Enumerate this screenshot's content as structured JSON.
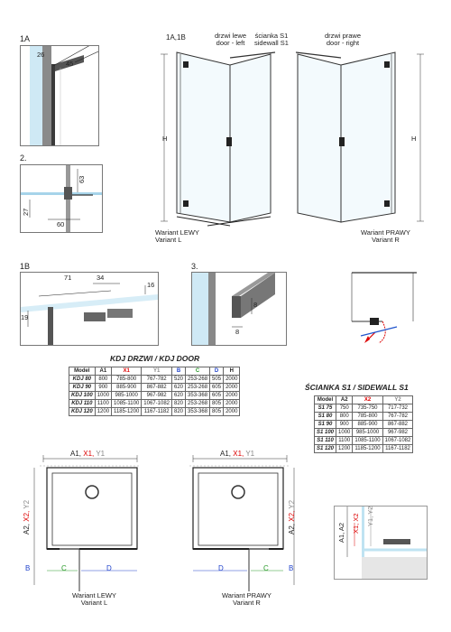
{
  "details": {
    "d1A": {
      "label": "1A",
      "dim_a": "26",
      "dim_b": "45"
    },
    "d2": {
      "label": "2.",
      "dim_a": "63",
      "dim_b": "27",
      "dim_c": "60"
    },
    "d1B": {
      "label": "1B",
      "dim_a": "71",
      "dim_b": "34",
      "dim_c": "16",
      "dim_d": "19"
    },
    "d3": {
      "label": "3.",
      "dim_a": "8",
      "dim_b": "8"
    }
  },
  "elevation": {
    "tag_1a1b": "1A,1B",
    "tag_2": "2.",
    "tag_3": "3.",
    "h_left": "H",
    "h_right": "H",
    "door_left_pl": "drzwi lewe",
    "door_left_en": "door - left",
    "sidewall_pl": "ścianka S1",
    "sidewall_en": "sidewall S1",
    "door_right_pl": "drzwi prawe",
    "door_right_en": "door - right",
    "variant_left_pl": "Wariant LEWY",
    "variant_left_en": "Variant L",
    "variant_right_pl": "Wariant PRAWY",
    "variant_right_en": "Variant R"
  },
  "door_table": {
    "title": "KDJ DRZWI / KDJ DOOR",
    "headers": [
      "Model",
      "A1",
      "X1",
      "Y1",
      "B",
      "C",
      "D",
      "H"
    ],
    "rows": [
      [
        "KDJ 80",
        "800",
        "785-800",
        "767-782",
        "520",
        "253-268",
        "505",
        "2000"
      ],
      [
        "KDJ 90",
        "900",
        "885-900",
        "867-882",
        "620",
        "253-268",
        "605",
        "2000"
      ],
      [
        "KDJ 100",
        "1000",
        "985-1000",
        "967-982",
        "620",
        "353-368",
        "605",
        "2000"
      ],
      [
        "KDJ 110",
        "1100",
        "1085-1100",
        "1067-1082",
        "820",
        "253-268",
        "805",
        "2000"
      ],
      [
        "KDJ 120",
        "1200",
        "1185-1200",
        "1167-1182",
        "820",
        "353-368",
        "805",
        "2000"
      ]
    ]
  },
  "sidewall_table": {
    "title": "ŚCIANKA S1 / SIDEWALL S1",
    "headers": [
      "Model",
      "A2",
      "X2",
      "Y2"
    ],
    "rows": [
      [
        "S1 75",
        "750",
        "735-750",
        "717-732"
      ],
      [
        "S1 80",
        "800",
        "785-800",
        "767-782"
      ],
      [
        "S1 90",
        "900",
        "885-900",
        "867-882"
      ],
      [
        "S1 100",
        "1000",
        "985-1000",
        "967-982"
      ],
      [
        "S1 110",
        "1100",
        "1085-1100",
        "1067-1082"
      ],
      [
        "S1 120",
        "1200",
        "1185-1200",
        "1167-1182"
      ]
    ]
  },
  "plan": {
    "top_a1": "A1,",
    "top_x1": " X1,",
    "top_y1": " Y1",
    "side_a2": "A2,",
    "side_x2": "X2,",
    "side_y2": "Y2",
    "b": "B",
    "c": "C",
    "d": "D",
    "variant_left_pl": "Wariant LEWY",
    "variant_left_en": "Variant L",
    "variant_right_pl": "Wariant PRAWY",
    "variant_right_en": "Variant R"
  },
  "sidewall_detail": {
    "a1a2": "A1, A2",
    "x1x2": "X1, X2",
    "y1y2": "Y1, Y2"
  },
  "colors": {
    "red": "#d00000",
    "green": "#2a9a2a",
    "blue": "#2244cc",
    "glass": "#bfe3f2"
  }
}
